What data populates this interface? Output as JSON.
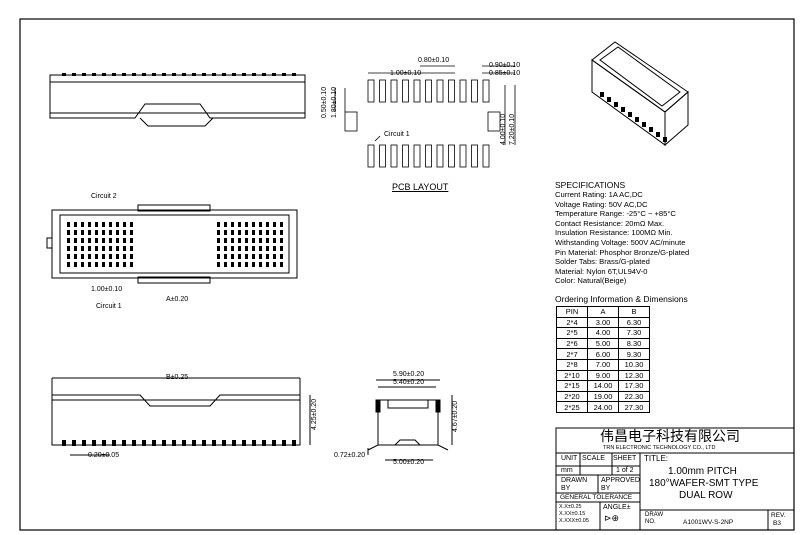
{
  "pcb_layout": {
    "title": "PCB LAYOUT",
    "dims": {
      "d_080": "0.80±0.10",
      "d_090": "0.90±0.10",
      "d_085": "0.85±0.10",
      "d_100": "1.00±0.10",
      "d_050": "0.50±0.10",
      "d_180": "1.80±0.10",
      "d_400": "4.00±0.10",
      "d_720": "7.20±0.10"
    },
    "circuit1": "Circuit 1"
  },
  "top_view": {
    "circuit2": "Circuit 2",
    "circuit1": "Circuit 1",
    "pitch": "1.00±0.10",
    "a_dim": "A±0.20"
  },
  "front_view": {
    "b_dim": "B±0.25",
    "h_dim": "4.25±0.20",
    "d_020": "0.20±0.05"
  },
  "side_view": {
    "w1": "5.90±0.20",
    "w2": "5.40±0.20",
    "w3": "5.00±0.20",
    "h": "4.67±0.20",
    "d": "0.72±0.20"
  },
  "specifications": {
    "heading": "SPECIFICATIONS",
    "lines": [
      "Current Rating: 1A AC,DC",
      "Voltage Rating: 50V AC,DC",
      "Temperature Range: -25°C ~ +85°C",
      "Contact Resistance: 20mΩ Max.",
      "Insulation Resistance: 100MΩ Min.",
      "Withstanding Voltage: 500V AC/minute",
      "Pin Material: Phosphor Bronze/G-plated",
      "Solder Tabs: Brass/G-plated",
      "Material: Nylon 6T,UL94V-0",
      "Color: Natural(Beige)"
    ]
  },
  "ordering": {
    "heading": "Ordering Information & Dimensions",
    "columns": [
      "PIN",
      "A",
      "B"
    ],
    "rows": [
      [
        "2*4",
        "3.00",
        "6.30"
      ],
      [
        "2*5",
        "4.00",
        "7.30"
      ],
      [
        "2*6",
        "5.00",
        "8.30"
      ],
      [
        "2*7",
        "6.00",
        "9.30"
      ],
      [
        "2*8",
        "7.00",
        "10.30"
      ],
      [
        "2*10",
        "9.00",
        "12.30"
      ],
      [
        "2*15",
        "14.00",
        "17.30"
      ],
      [
        "2*20",
        "19.00",
        "22.30"
      ],
      [
        "2*25",
        "24.00",
        "27.30"
      ]
    ]
  },
  "title_block": {
    "company_cn": "伟昌电子科技有限公司",
    "company_en": "TRN ELECTRONIC TECHNOLOGY CO., LTD",
    "unit_label": "UNIT",
    "unit_value": "mm",
    "scale_label": "SCALE",
    "sheet_label": "SHEET",
    "sheet_value": "1 of 2",
    "title_label": "TITLE:",
    "title_lines": [
      "1.00mm PITCH",
      "180°WAFER-SMT TYPE",
      "DUAL ROW"
    ],
    "drawn_by": "DRAWN BY",
    "approved_by": "APPROVED BY",
    "general_tolerance": "GENERAL TOLERANCE",
    "tolerances": [
      "X.X±0.25",
      "X.XX±0.15",
      "X.XXX±0.05"
    ],
    "angle": "ANGLE±",
    "draw_no_label": "DRAW NO.",
    "draw_no_value": "A1001WV-S-2NP",
    "rev_label": "REV.",
    "rev_value": "B3"
  }
}
